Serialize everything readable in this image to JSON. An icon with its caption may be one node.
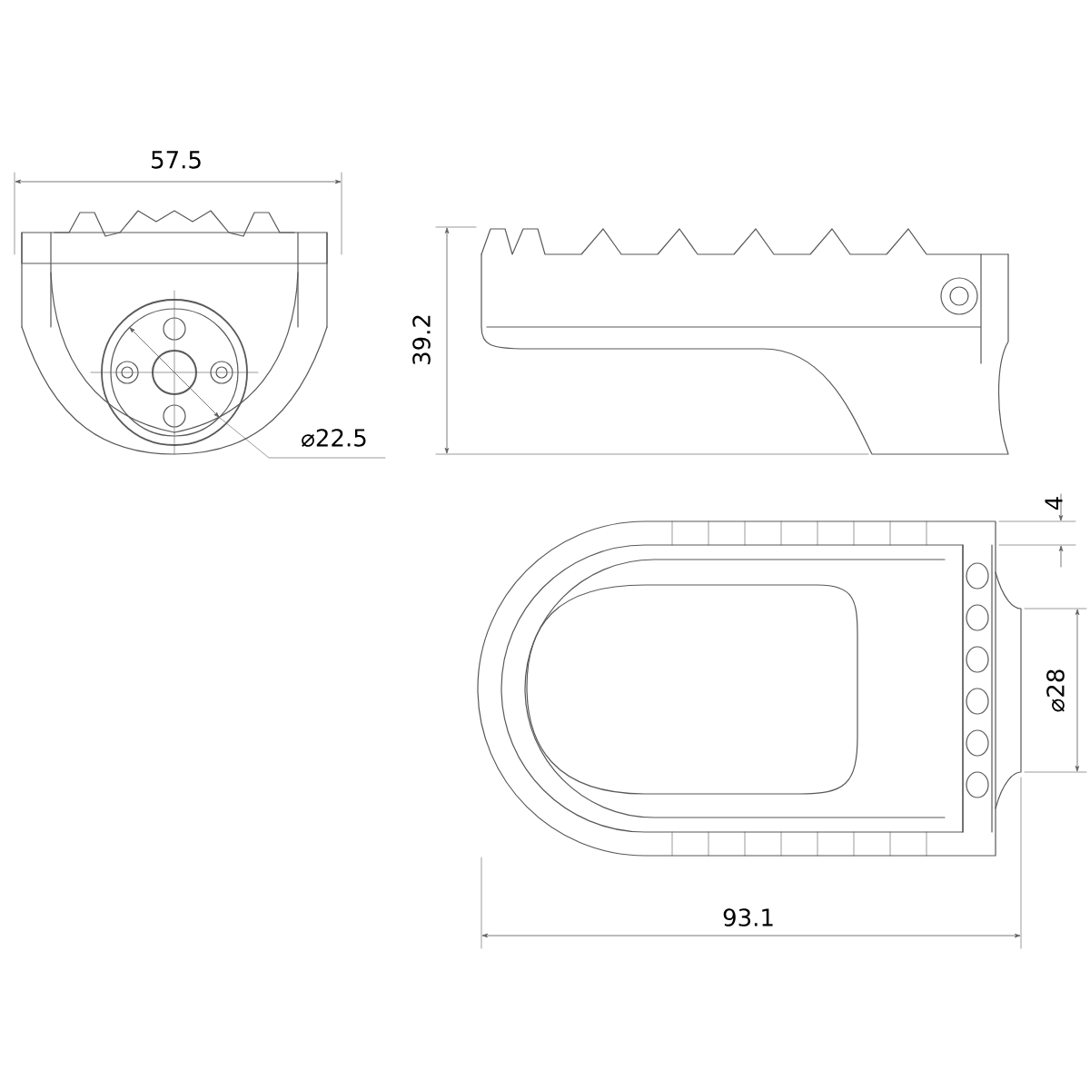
{
  "diagram": {
    "labels": [
      "57.5",
      "39.2",
      "⌀22.5",
      "4",
      "⌀28",
      "93.1"
    ]
  }
}
